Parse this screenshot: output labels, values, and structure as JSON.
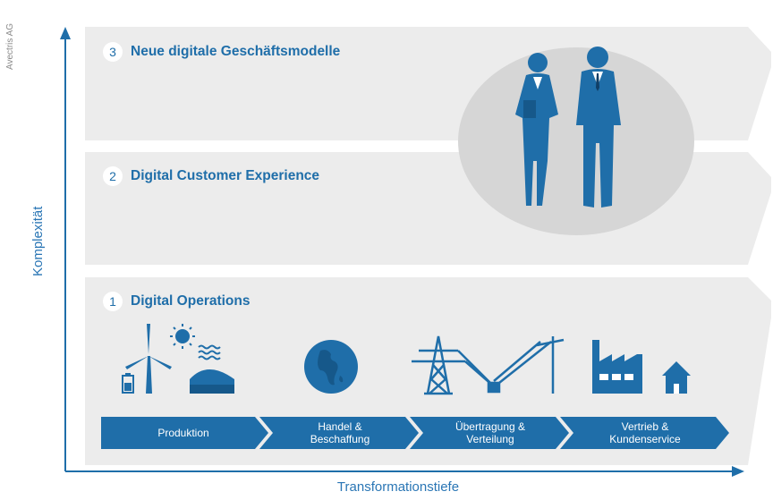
{
  "credit": "Avectris AG",
  "axes": {
    "y_label": "Komplexität",
    "x_label": "Transformationstiefe"
  },
  "bands": [
    {
      "number": "3",
      "title": "Neue digitale Geschäftsmodelle"
    },
    {
      "number": "2",
      "title": "Digital Customer Experience"
    },
    {
      "number": "1",
      "title": "Digital Operations"
    }
  ],
  "chain": [
    {
      "label": "Produktion"
    },
    {
      "label": "Handel &\nBeschaffung"
    },
    {
      "label": "Übertragung &\nVerteilung"
    },
    {
      "label": "Vertrieb &\nKundenservice"
    }
  ],
  "icons": [
    "wind-turbine-icon",
    "sun-icon",
    "water-waves-icon",
    "battery-icon",
    "gas-storage-icon",
    "globe-icon",
    "transmission-tower-icon",
    "power-pole-icon",
    "factory-icon",
    "house-icon",
    "businesspeople-icon"
  ],
  "colors": {
    "primary": "#1f6ea9",
    "band": "#ececec",
    "oval": "#d9d9d9"
  }
}
